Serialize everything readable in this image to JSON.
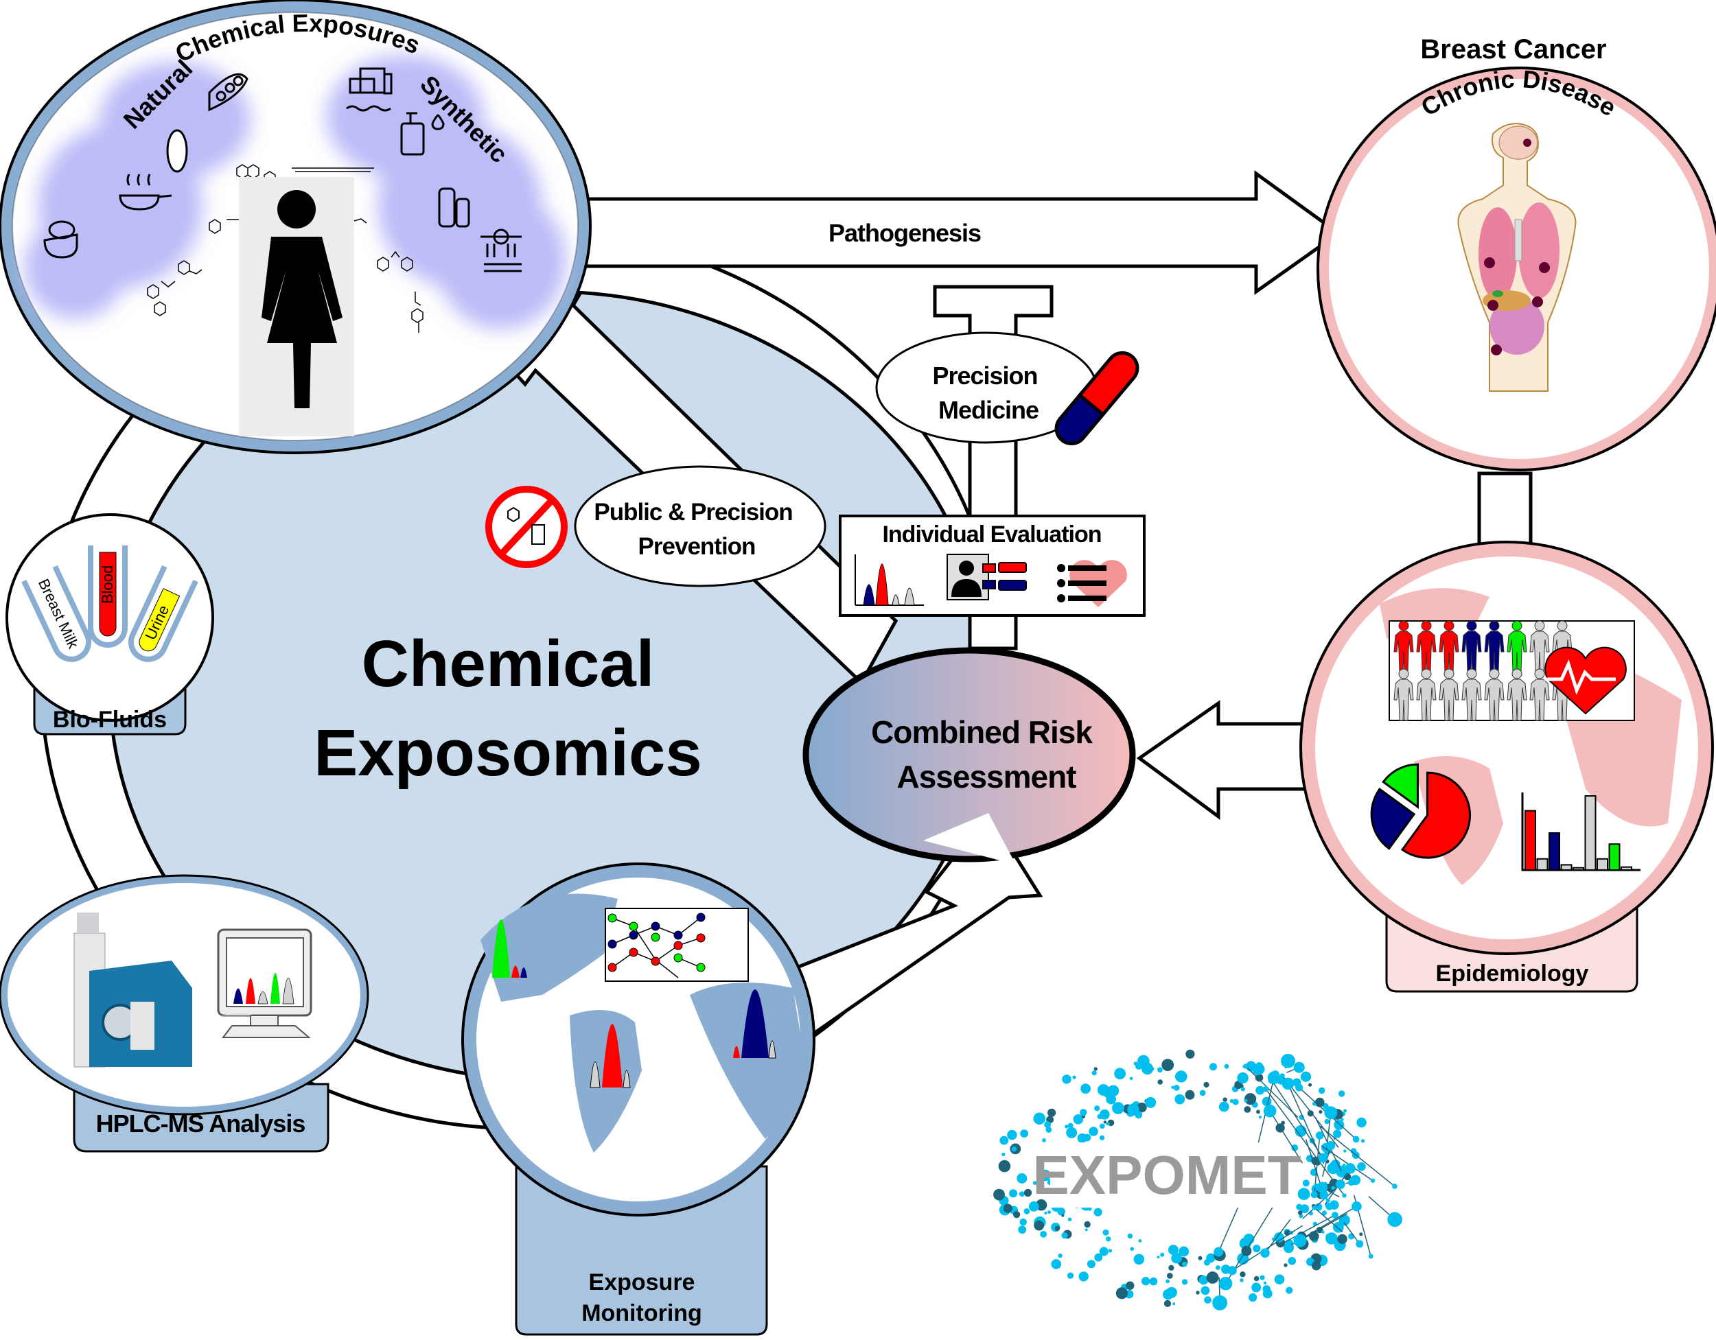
{
  "diagram": {
    "colors": {
      "exposome_fill": "#cbdcec",
      "blue_rim": "#8aadd2",
      "blue_tab": "#a9c4df",
      "pink_rim": "#f4bcbc",
      "pink_tab": "#fbe0e0",
      "natural_synthetic_cloud": "#bcbcf8",
      "red": "#ff0000",
      "navy": "#00007a",
      "green": "#00ee00",
      "grey": "#d3d3d3",
      "expomet_cyan": "#00bfef",
      "expomet_dark": "#1f6378",
      "expomet_text": "#9a9a9a"
    },
    "center": {
      "title_line1": "Chemical",
      "title_line2": "Exposomics"
    },
    "chemical_exposures": {
      "title": "Chemical Exposures",
      "natural_label": "Natural",
      "synthetic_label": "Synthetic",
      "natural_icons": [
        "tea-icon",
        "cooking-pan-icon",
        "corn-icon",
        "soybean-icon"
      ],
      "synthetic_icons": [
        "factory-water-pollution-icon",
        "cosmetic-bottle-icon",
        "plastic-bottles-icon",
        "crop-duster-plane-icon"
      ],
      "person_icon": "woman-icon"
    },
    "arrows": {
      "pathogenesis_label": "Pathogenesis"
    },
    "outcome": {
      "header": "Breast Cancer",
      "circle_title": "Chronic Disease"
    },
    "interventions": {
      "precision_medicine_line1": "Precision",
      "precision_medicine_line2": "Medicine",
      "public_prevention_line1": "Public & Precision",
      "public_prevention_line2": "Prevention"
    },
    "individual_evaluation": {
      "title": "Individual Evaluation",
      "icons": [
        "chromatogram-icon",
        "profile-card-icon",
        "heart-checklist-icon"
      ]
    },
    "combined_risk": {
      "line1": "Combined Risk",
      "line2": "Assessment"
    },
    "nodes": {
      "bio_fluids": {
        "label": "Bio-Fluids",
        "tubes": [
          "Breast Milk",
          "Blood",
          "Urine"
        ]
      },
      "hplc": {
        "label": "HPLC-MS Analysis"
      },
      "exposure_monitoring": {
        "label_line1": "Exposure",
        "label_line2": "Monitoring"
      },
      "epidemiology": {
        "label": "Epidemiology",
        "population_colors": [
          "red",
          "red",
          "red",
          "navy",
          "navy",
          "green",
          "grey",
          "grey",
          "grey",
          "grey",
          "grey",
          "grey",
          "grey",
          "grey",
          "grey",
          "grey"
        ],
        "pie_fractions": {
          "red": 0.6,
          "navy": 0.25,
          "green": 0.15
        },
        "bar_values": [
          {
            "color": "red",
            "value": 0.8
          },
          {
            "color": "grey",
            "value": 0.15
          },
          {
            "color": "navy",
            "value": 0.5
          },
          {
            "color": "grey",
            "value": 0.07
          },
          {
            "color": "grey",
            "value": 0.03
          },
          {
            "color": "grey",
            "value": 1.0
          },
          {
            "color": "grey",
            "value": 0.15
          },
          {
            "color": "green",
            "value": 0.35
          },
          {
            "color": "grey",
            "value": 0.04
          }
        ]
      }
    },
    "logo": {
      "text": "EXPOMET"
    }
  }
}
